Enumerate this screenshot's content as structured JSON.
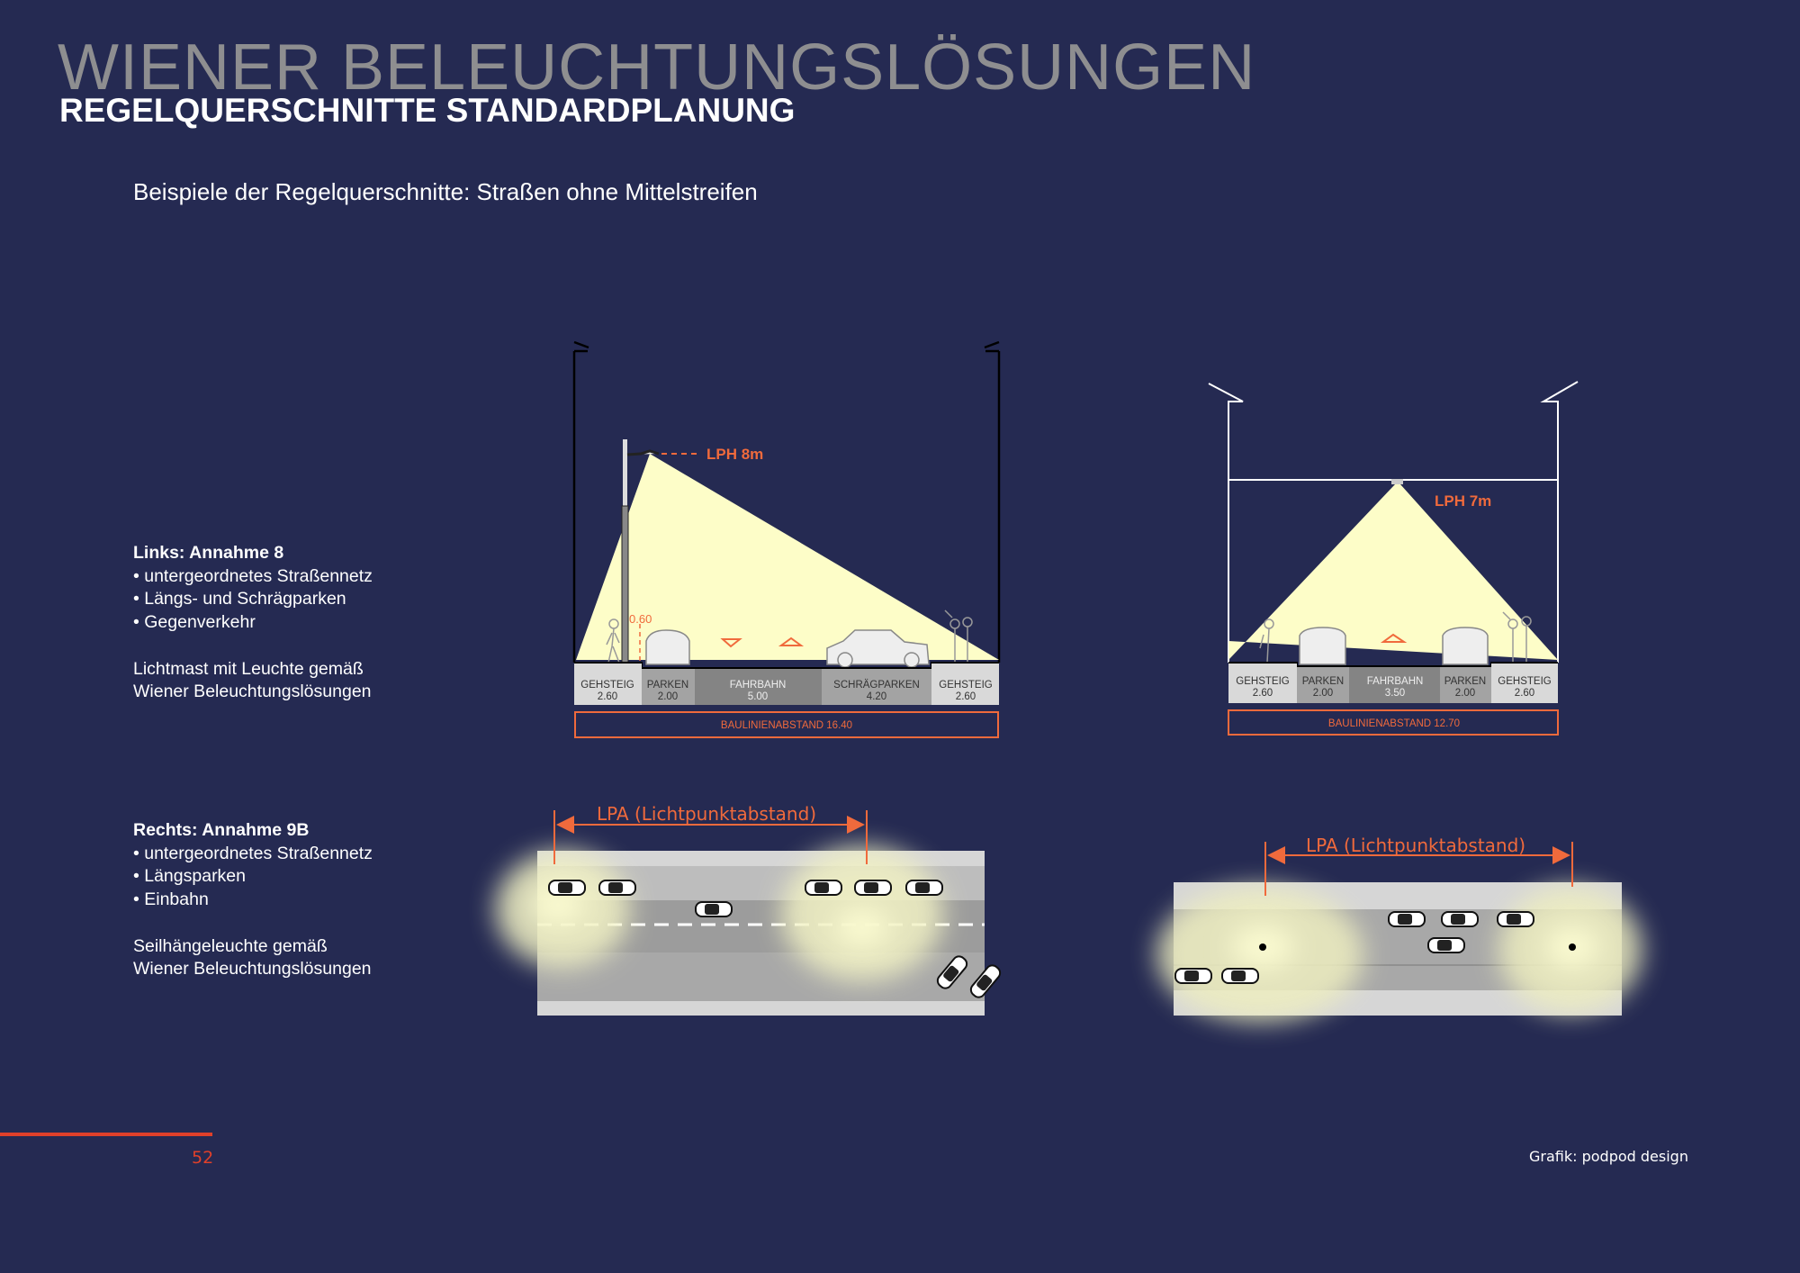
{
  "header": {
    "title": "WIENER BELEUCHTUNGSLÖSUNGEN",
    "subtitle": "REGELQUERSCHNITTE STANDARDPLANUNG",
    "section": "Beispiele der Regelquerschnitte: Straßen ohne Mittelstreifen"
  },
  "left_description": {
    "heading": "Links: Annahme 8",
    "bullets": [
      "• untergeordnetes Straßennetz",
      "• Längs- und Schrägparken",
      "• Gegenverkehr"
    ],
    "note": [
      "Lichtmast mit Leuchte gemäß",
      "Wiener Beleuchtungslösungen"
    ]
  },
  "right_description": {
    "heading": "Rechts: Annahme 9B",
    "bullets": [
      "• untergeordnetes Straßennetz",
      "• Längsparken",
      "• Einbahn"
    ],
    "note": [
      "Seilhängeleuchte gemäß",
      "Wiener Beleuchtungslösungen"
    ]
  },
  "left_section": {
    "lph": "LPH 8m",
    "offset": "0.60",
    "segments": [
      {
        "name": "GEHSTEIG",
        "width": "2.60"
      },
      {
        "name": "PARKEN",
        "width": "2.00"
      },
      {
        "name": "FAHRBAHN",
        "width": "5.00"
      },
      {
        "name": "SCHRÄGPARKEN",
        "width": "4.20"
      },
      {
        "name": "GEHSTEIG",
        "width": "2.60"
      }
    ],
    "baulinie": "BAULINIENABSTAND 16.40",
    "lpa": "LPA (Lichtpunktabstand)"
  },
  "right_section": {
    "lph": "LPH 7m",
    "segments": [
      {
        "name": "GEHSTEIG",
        "width": "2.60"
      },
      {
        "name": "PARKEN",
        "width": "2.00"
      },
      {
        "name": "FAHRBAHN",
        "width": "3.50"
      },
      {
        "name": "PARKEN",
        "width": "2.00"
      },
      {
        "name": "GEHSTEIG",
        "width": "2.60"
      }
    ],
    "baulinie": "BAULINIENABSTAND 12.70",
    "lpa": "LPA (Lichtpunktabstand)"
  },
  "footer": {
    "page": "52",
    "credit": "Grafik: podpod design"
  },
  "colors": {
    "background": "#252a52",
    "accent": "#f06a3c",
    "light": "#fdfdc8"
  }
}
